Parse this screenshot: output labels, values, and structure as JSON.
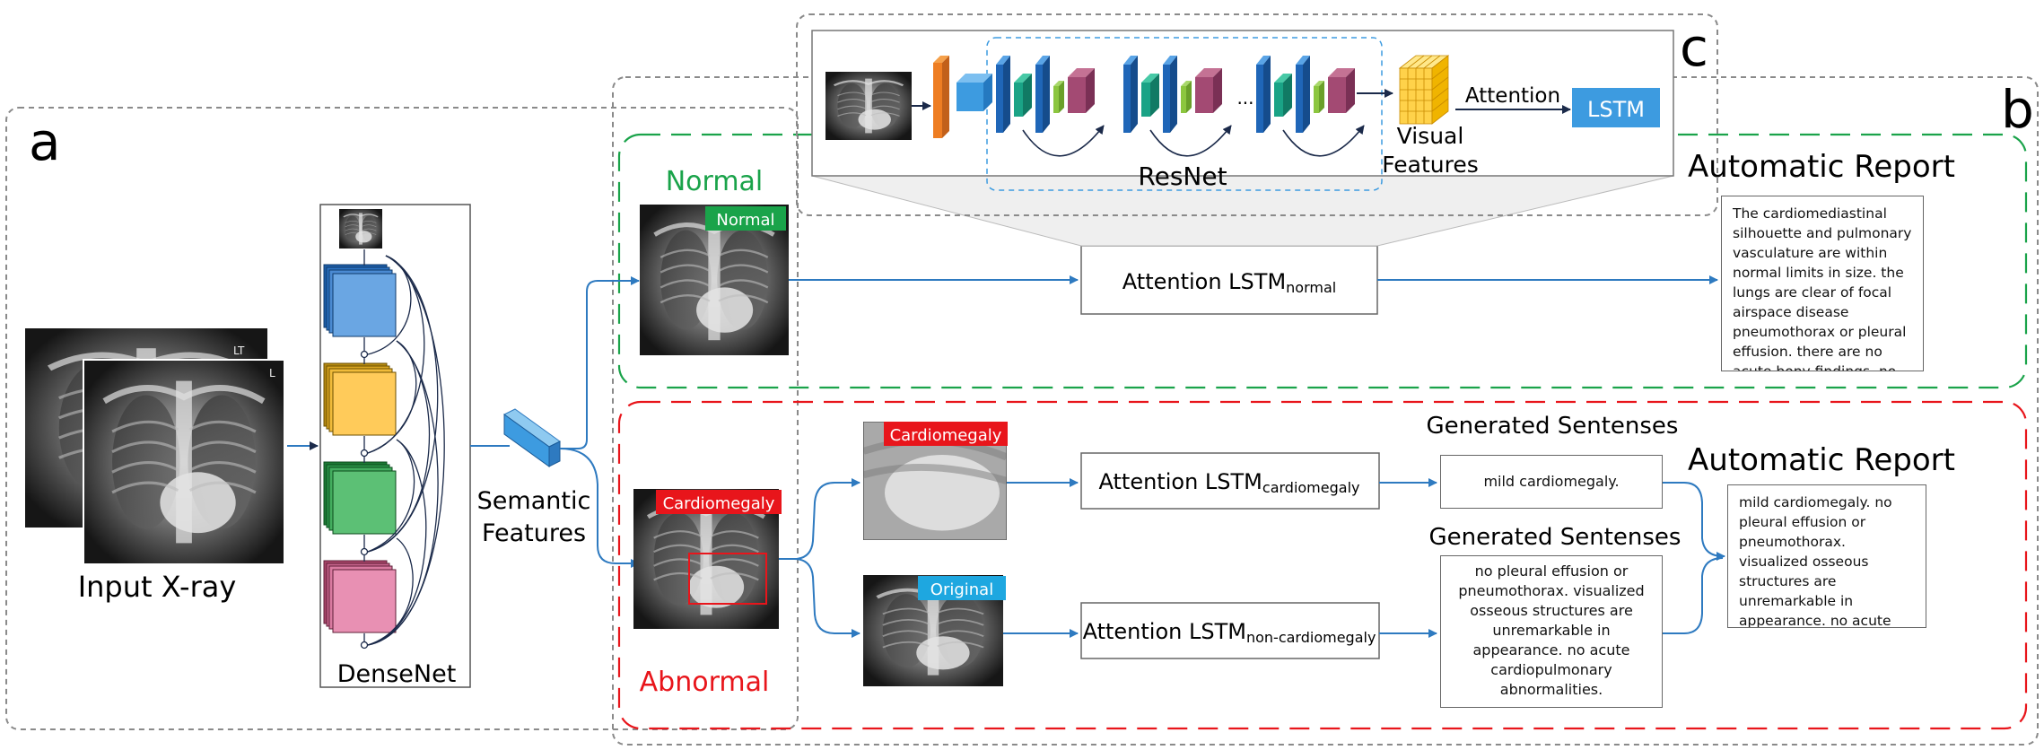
{
  "panel_labels": {
    "a": "a",
    "b": "b",
    "c": "c"
  },
  "input": {
    "title": "Input X-ray",
    "marker_lt": "LT",
    "marker_l": "L"
  },
  "densenet": {
    "label": "DenseNet"
  },
  "semantic": {
    "line1": "Semantic",
    "line2": "Features"
  },
  "normal": {
    "title": "Normal",
    "tag": "Normal",
    "lstm_main": "Attention LSTM",
    "lstm_sub": "normal",
    "report_title": "Automatic Report",
    "report_text": "The cardiomediastinal silhouette and pulmonary vasculature are within normal limits in size. the lungs are clear of focal airspace disease pneumothorax or pleural effusion. there are no acute bony findings. no acute cardiopulmonary findings."
  },
  "abnormal": {
    "title": "Abnormal",
    "tag_main": "Cardiomegaly",
    "tag_crop": "Cardiomegaly",
    "tag_original": "Original",
    "lstm1_main": "Attention LSTM",
    "lstm1_sub": "cardiomegaly",
    "lstm2_main": "Attention LSTM",
    "lstm2_sub": "non-cardiomegaly",
    "gen_title_1": "Generated Sentenses",
    "gen_title_2": "Generated Sentenses",
    "gen_text_1": "mild cardiomegaly.",
    "gen_text_2": "no pleural effusion or pneumothorax. visualized osseous structures are unremarkable in appearance. no acute cardiopulmonary abnormalities.",
    "report_title": "Automatic Report",
    "report_text": "mild cardiomegaly. no pleural effusion or pneumothorax. visualized osseous structures are unremarkable in appearance. no acute cardiopulmonary abnormalities."
  },
  "resnet": {
    "label": "ResNet",
    "ellipsis": "...",
    "visual_line1": "Visual",
    "visual_line2": "Features",
    "attention": "Attention",
    "lstm": "LSTM"
  },
  "colors": {
    "arrow": "#2e7ac0",
    "normal_green": "#1aa34a",
    "abnormal_red": "#e8151b",
    "original_blue": "#1ea7e0",
    "lstm_blue": "#3d9be0"
  }
}
